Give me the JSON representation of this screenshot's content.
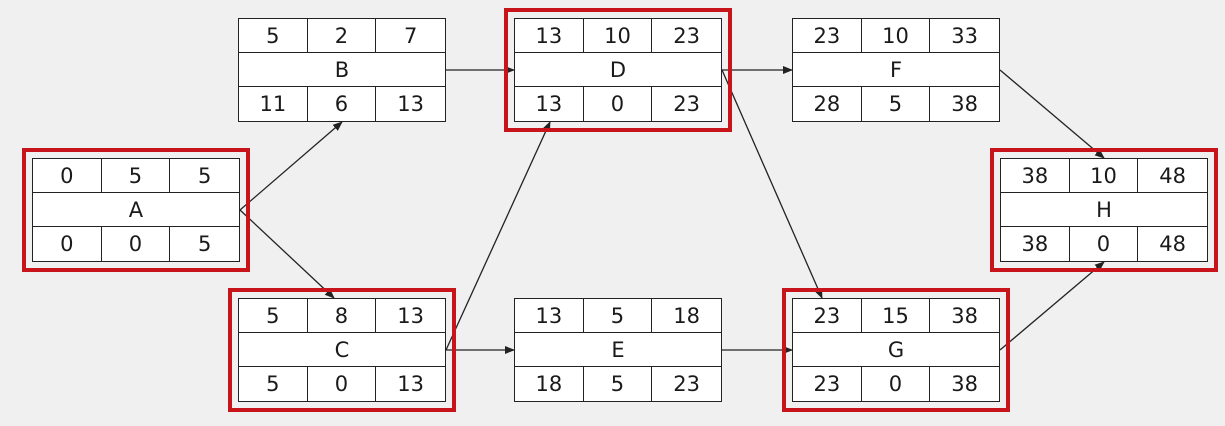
{
  "colors": {
    "critical": "#c8151b",
    "line": "#222222",
    "box": "#ffffff",
    "background": "#f1f0f0"
  },
  "nodes": {
    "A": {
      "name": "A",
      "es": "0",
      "dur": "5",
      "ef": "5",
      "ls": "0",
      "slack": "0",
      "lf": "5",
      "critical": true
    },
    "B": {
      "name": "B",
      "es": "5",
      "dur": "2",
      "ef": "7",
      "ls": "11",
      "slack": "6",
      "lf": "13",
      "critical": false
    },
    "C": {
      "name": "C",
      "es": "5",
      "dur": "8",
      "ef": "13",
      "ls": "5",
      "slack": "0",
      "lf": "13",
      "critical": true
    },
    "D": {
      "name": "D",
      "es": "13",
      "dur": "10",
      "ef": "23",
      "ls": "13",
      "slack": "0",
      "lf": "23",
      "critical": true
    },
    "E": {
      "name": "E",
      "es": "13",
      "dur": "5",
      "ef": "18",
      "ls": "18",
      "slack": "5",
      "lf": "23",
      "critical": false
    },
    "F": {
      "name": "F",
      "es": "23",
      "dur": "10",
      "ef": "33",
      "ls": "28",
      "slack": "5",
      "lf": "38",
      "critical": false
    },
    "G": {
      "name": "G",
      "es": "23",
      "dur": "15",
      "ef": "38",
      "ls": "23",
      "slack": "0",
      "lf": "38",
      "critical": true
    },
    "H": {
      "name": "H",
      "es": "38",
      "dur": "10",
      "ef": "48",
      "ls": "38",
      "slack": "0",
      "lf": "48",
      "critical": true
    }
  },
  "edges": [
    [
      "A",
      "B"
    ],
    [
      "A",
      "C"
    ],
    [
      "B",
      "D"
    ],
    [
      "C",
      "D"
    ],
    [
      "C",
      "E"
    ],
    [
      "D",
      "F"
    ],
    [
      "D",
      "G"
    ],
    [
      "E",
      "G"
    ],
    [
      "F",
      "H"
    ],
    [
      "G",
      "H"
    ]
  ]
}
